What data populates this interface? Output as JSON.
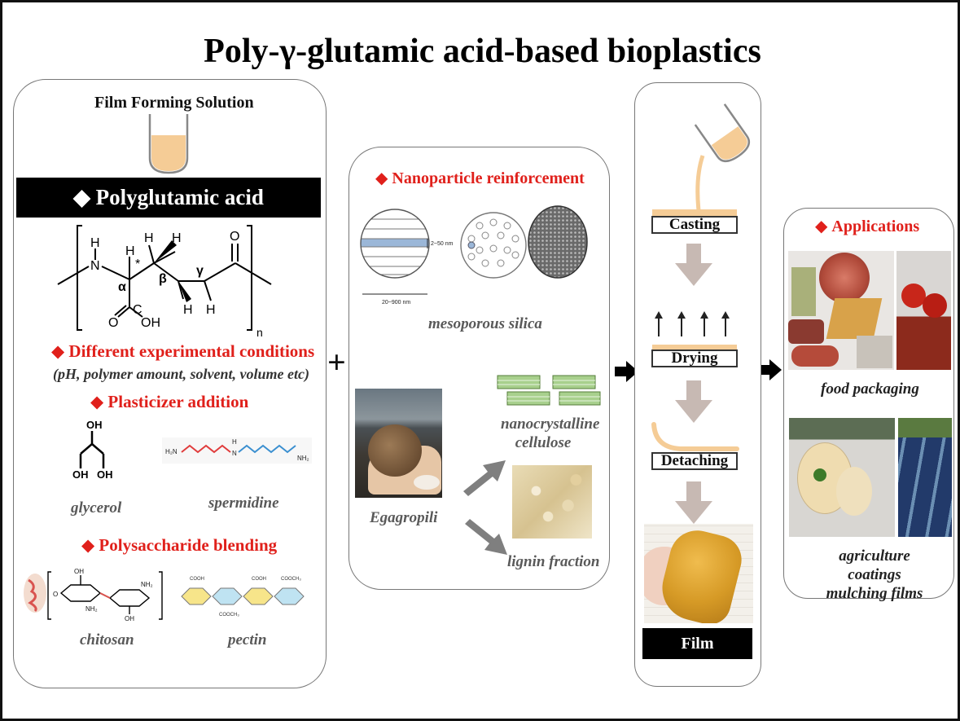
{
  "title": "Poly-γ-glutamic acid-based bioplastics",
  "left_panel": {
    "film_forming_label": "Film Forming Solution",
    "polymer_bar": "Polyglutamic acid",
    "diamond": "◆",
    "structure": {
      "H1": "H",
      "N": "N",
      "H2": "H",
      "star": "*",
      "H3": "H",
      "H4": "H",
      "alpha": "α",
      "beta": "β",
      "gamma": "γ",
      "O1": "O",
      "O2": "O",
      "OH": "OH",
      "H5": "H",
      "H6": "H",
      "C": "C",
      "n": "n"
    },
    "conditions_heading": "Different experimental conditions",
    "conditions_detail": "(pH, polymer amount, solvent, volume etc)",
    "plasticizer_heading": "Plasticizer addition",
    "glycerol_label": "glycerol",
    "spermidine_label": "spermidine",
    "glycerol_oh": [
      "OH",
      "OH",
      "OH"
    ],
    "spermidine_atoms": {
      "h2n_left": "H₂N",
      "nh": "N",
      "h": "H",
      "nh2_right": "NH₂"
    },
    "polysaccharide_heading": "Polysaccharide blending",
    "chitosan_label": "chitosan",
    "pectin_label": "pectin"
  },
  "plus_sign": "+",
  "middle_panel": {
    "heading": "Nanoparticle reinforcement",
    "pore_size": "2~50 nm",
    "particle_size": "20~900 nm",
    "mesoporous_label": "mesoporous silica",
    "nanocrystalline_label_line1": "nanocrystalline",
    "nanocrystalline_label_line2": "cellulose",
    "egagropili_label": "Egagropili",
    "lignin_label": "lignin fraction"
  },
  "process_panel": {
    "steps": [
      "Casting",
      "Drying",
      "Detaching"
    ],
    "film_label": "Film"
  },
  "applications_panel": {
    "heading": "Applications",
    "food_label": "food packaging",
    "agri_label_line1": "agriculture coatings",
    "agri_label_line2": "mulching films"
  },
  "colors": {
    "accent_red": "#e0201b",
    "solution": "#f5cc96",
    "film": "#d4a040",
    "process_arrow": "#c7b9b3",
    "flow_arrow": "#7f7f7f"
  }
}
